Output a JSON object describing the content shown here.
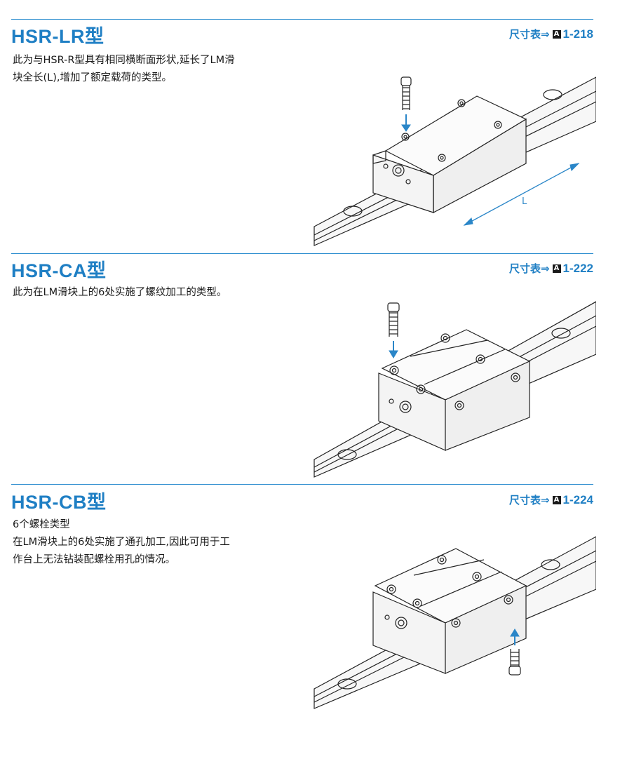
{
  "sections": [
    {
      "title": "HSR-LR型",
      "ref_label": "尺寸表⇒",
      "ref_badge": "A",
      "ref_page": "1-218",
      "description": [
        "此为与HSR-R型具有相同横断面形状,延长了LM滑",
        "块全长(L),增加了额定载荷的类型。"
      ],
      "figure_label": "L"
    },
    {
      "title": "HSR-CA型",
      "ref_label": "尺寸表⇒",
      "ref_badge": "A",
      "ref_page": "1-222",
      "description": [
        "此为在LM滑块上的6处实施了螺纹加工的类型。"
      ]
    },
    {
      "title": "HSR-CB型",
      "ref_label": "尺寸表⇒",
      "ref_badge": "A",
      "ref_page": "1-224",
      "description": [
        "6个螺栓类型",
        "在LM滑块上的6处实施了通孔加工,因此可用于工",
        "作台上无法钻装配螺栓用孔的情况。"
      ]
    }
  ],
  "colors": {
    "accent": "#1f7fc4",
    "rule": "#2e8ecf",
    "arrow": "#2a86c8"
  }
}
